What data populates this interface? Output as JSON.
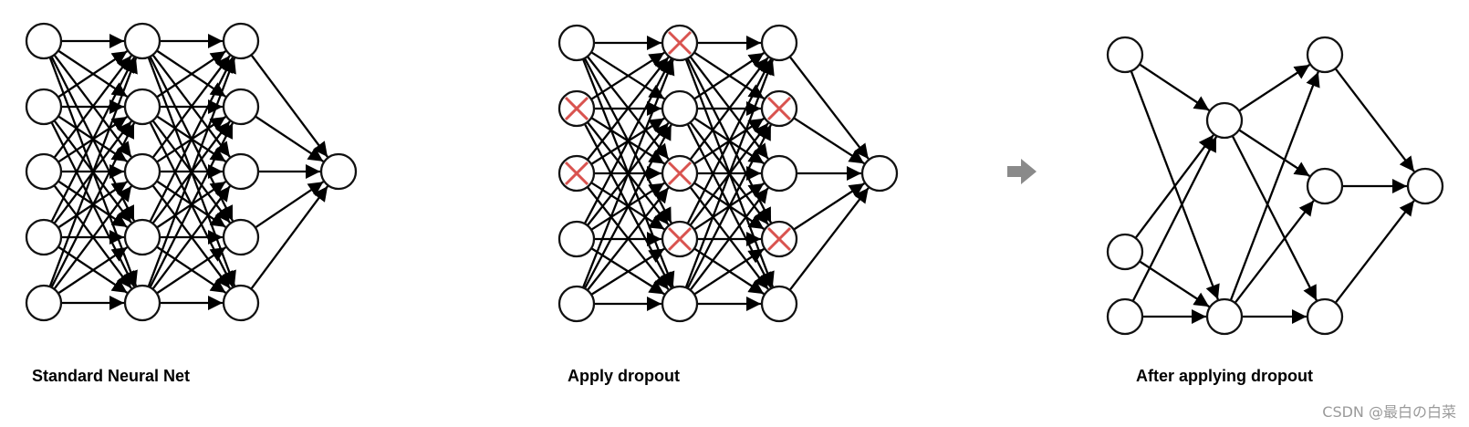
{
  "captions": {
    "standard": "Standard Neural Net",
    "dropout": "Apply dropout",
    "after": "After applying dropout"
  },
  "watermark": "CSDN @最白の白菜",
  "colors": {
    "edge": "#000000",
    "node_fill": "#ffffff",
    "node_stroke": "#111111",
    "drop_mark": "#d9534f",
    "transition_arrow": "#8a8a8a"
  },
  "networks": {
    "standard": {
      "layer_sizes": [
        5,
        5,
        5,
        1
      ],
      "dropped": []
    },
    "dropout": {
      "layer_sizes": [
        5,
        5,
        5,
        1
      ],
      "dropped": [
        [
          0,
          1
        ],
        [
          0,
          2
        ],
        [
          1,
          0
        ],
        [
          1,
          2
        ],
        [
          1,
          3
        ],
        [
          2,
          1
        ],
        [
          2,
          3
        ]
      ]
    },
    "after": {
      "layers": [
        [
          "i0",
          "i3",
          "i4"
        ],
        [
          "h1a",
          "h1b"
        ],
        [
          "h2a",
          "h2b",
          "h2c"
        ],
        [
          "o"
        ]
      ],
      "edges": [
        [
          "i0",
          "h1a"
        ],
        [
          "i0",
          "h1b"
        ],
        [
          "i3",
          "h1a"
        ],
        [
          "i3",
          "h1b"
        ],
        [
          "i4",
          "h1a"
        ],
        [
          "i4",
          "h1b"
        ],
        [
          "h1a",
          "h2a"
        ],
        [
          "h1a",
          "h2b"
        ],
        [
          "h1a",
          "h2c"
        ],
        [
          "h1b",
          "h2a"
        ],
        [
          "h1b",
          "h2b"
        ],
        [
          "h1b",
          "h2c"
        ],
        [
          "h2a",
          "o"
        ],
        [
          "h2b",
          "o"
        ],
        [
          "h2c",
          "o"
        ]
      ]
    }
  },
  "icons": {
    "transition": "right-arrow-icon",
    "dropped_node": "red-x-icon"
  }
}
